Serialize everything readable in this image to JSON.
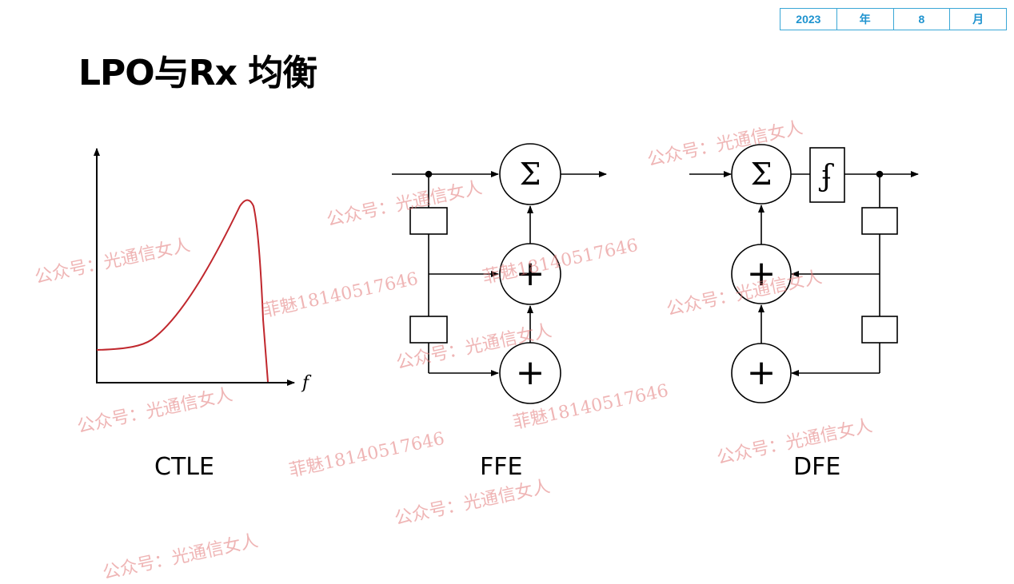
{
  "header": {
    "title": "LPO与Rx 均衡",
    "date": {
      "year": "2023",
      "year_unit": "年",
      "month": "8",
      "month_unit": "月"
    }
  },
  "ctle": {
    "caption": "CTLE",
    "x_axis_label": "f"
  },
  "ffe": {
    "caption": "FFE",
    "sum_symbol": "Σ",
    "adder_symbol": "+"
  },
  "dfe": {
    "caption": "DFE",
    "sum_symbol": "Σ",
    "decision_symbol": "ʄ",
    "adder_symbol": "+"
  },
  "watermarks": {
    "account": "公众号：光通信女人",
    "contact": "菲魅18140517646"
  },
  "colors": {
    "curve": "#c0272d",
    "date_border": "#3aa7d6",
    "date_text": "#1e93cf",
    "watermark": "#e07878"
  }
}
